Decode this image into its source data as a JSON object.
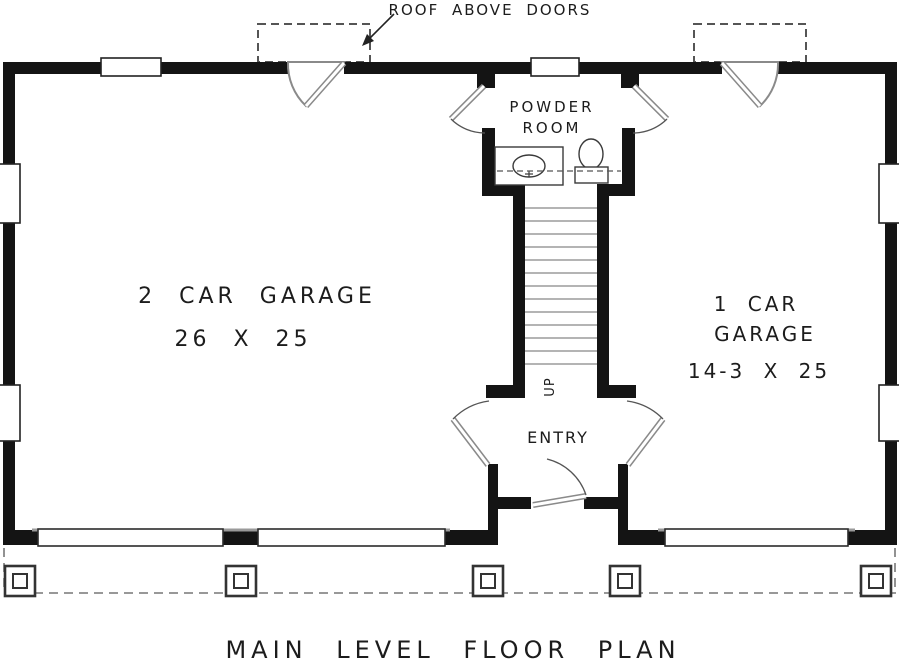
{
  "title": "MAIN LEVEL FLOOR PLAN",
  "annotations": {
    "roof_note": "ROOF ABOVE DOORS",
    "stairs_direction": "UP"
  },
  "rooms": {
    "garage_2car": {
      "name": "2 CAR GARAGE",
      "dims": "26 X 25"
    },
    "garage_1car": {
      "name_line1": "1 CAR",
      "name_line2": "GARAGE",
      "dims": "14-3 X 25"
    },
    "powder_room": {
      "name_line1": "POWDER",
      "name_line2": "ROOM"
    },
    "entry": {
      "name": "ENTRY"
    }
  },
  "counts": {
    "porch_posts": 5,
    "garage_door_openings": 3,
    "windows": 6
  },
  "colors": {
    "wall": "#141414",
    "door_swing": "#8a8a8a",
    "fixture_line": "#3a3a3a",
    "dashed_line": "#777777",
    "text": "#1c1c1c",
    "background": "#ffffff"
  }
}
